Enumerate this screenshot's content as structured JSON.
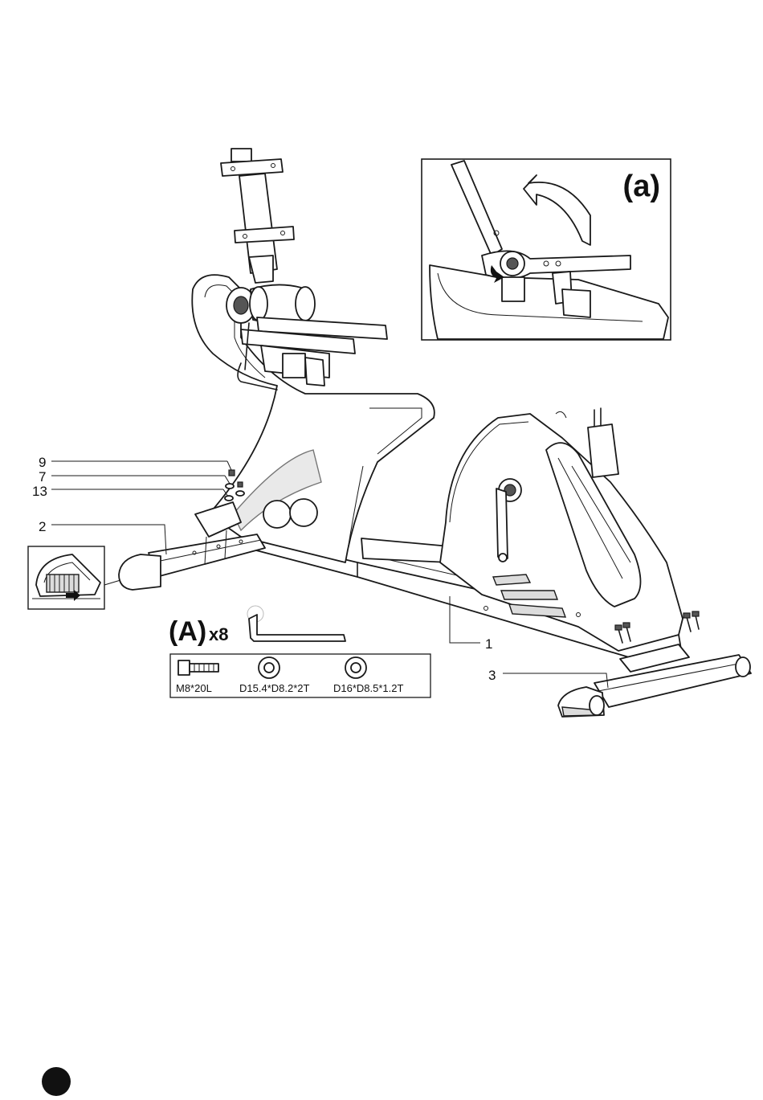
{
  "diagram": {
    "detail_label": "(a)",
    "callouts": {
      "9": "9",
      "7": "7",
      "13": "13",
      "2": "2",
      "1": "1",
      "3": "3"
    },
    "hardware_pack": {
      "code": "(A)",
      "quantity": "x8",
      "items": [
        "M8*20L",
        "D15.4*D8.2*2T",
        "D16*D8.5*1.2T"
      ]
    }
  }
}
